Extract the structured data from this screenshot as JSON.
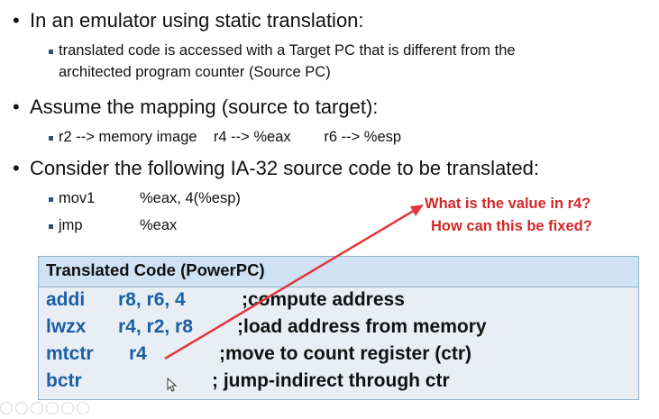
{
  "bullets": {
    "b1": "In an emulator using static translation:",
    "b1_sub1_line1": "translated code is accessed with a Target PC that is different from the",
    "b1_sub1_line2": "architected program counter (Source PC)",
    "b2": "Assume the mapping (source to target):",
    "b2_sub1": "r2 --> memory image    r4 --> %eax        r6 --> %esp",
    "b3": "Consider the following IA-32 source code to be translated:",
    "b3_sub1_op": "mov1",
    "b3_sub1_args": "%eax, 4(%esp)",
    "b3_sub2_op": "jmp",
    "b3_sub2_args": "%eax"
  },
  "questions": {
    "q1": "What is the value in r4?",
    "q2": "How can this be fixed?"
  },
  "table": {
    "title": "Translated Code (PowerPC)",
    "rows": [
      {
        "op": "addi",
        "args": "r8, r6, 4",
        "comment": ";compute address"
      },
      {
        "op": "lwzx",
        "args": "r4, r2, r8",
        "comment": ";load address from memory"
      },
      {
        "op": "mtctr",
        "args": "r4",
        "comment": ";move to count register (ctr)"
      },
      {
        "op": "bctr",
        "args": "",
        "comment": "; jump-indirect through ctr"
      }
    ]
  },
  "colors": {
    "code_blue": "#1a5fa8",
    "question_red": "#d32828",
    "arrow_red": "#e2363a",
    "table_header": "#cfe2f3",
    "table_body": "#e9eef4"
  },
  "icons": {
    "pointer": "mouse-pointer-icon"
  }
}
